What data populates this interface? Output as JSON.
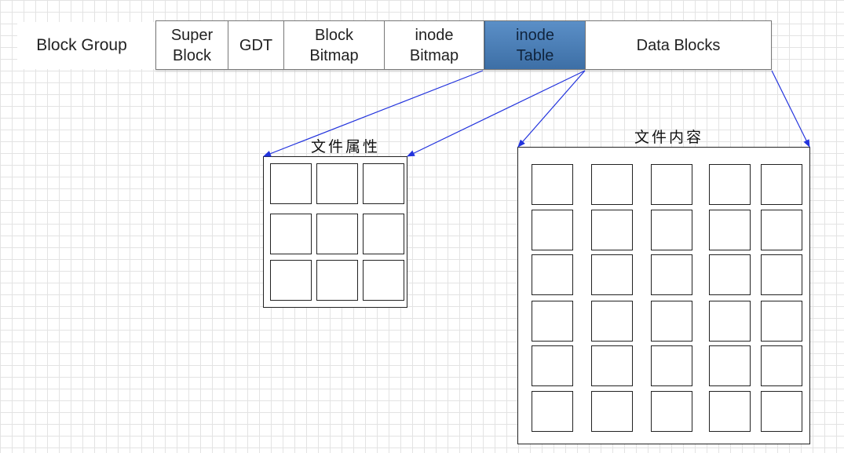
{
  "group_label": "Block Group",
  "segments": [
    {
      "label": "Super\nBlock",
      "highlight": false
    },
    {
      "label": "GDT",
      "highlight": false
    },
    {
      "label": "Block\nBitmap",
      "highlight": false
    },
    {
      "label": "inode\nBitmap",
      "highlight": false
    },
    {
      "label": "inode\nTable",
      "highlight": true
    },
    {
      "label": "Data Blocks",
      "highlight": false
    }
  ],
  "panels": {
    "attributes": {
      "caption": "文件属性",
      "rows": 3,
      "cols": 3
    },
    "content": {
      "caption": "文件内容",
      "rows": 6,
      "cols": 5
    }
  },
  "colors": {
    "arrow": "#2233dd",
    "highlight": "#4a7fb8",
    "cell_border": "#222222"
  }
}
